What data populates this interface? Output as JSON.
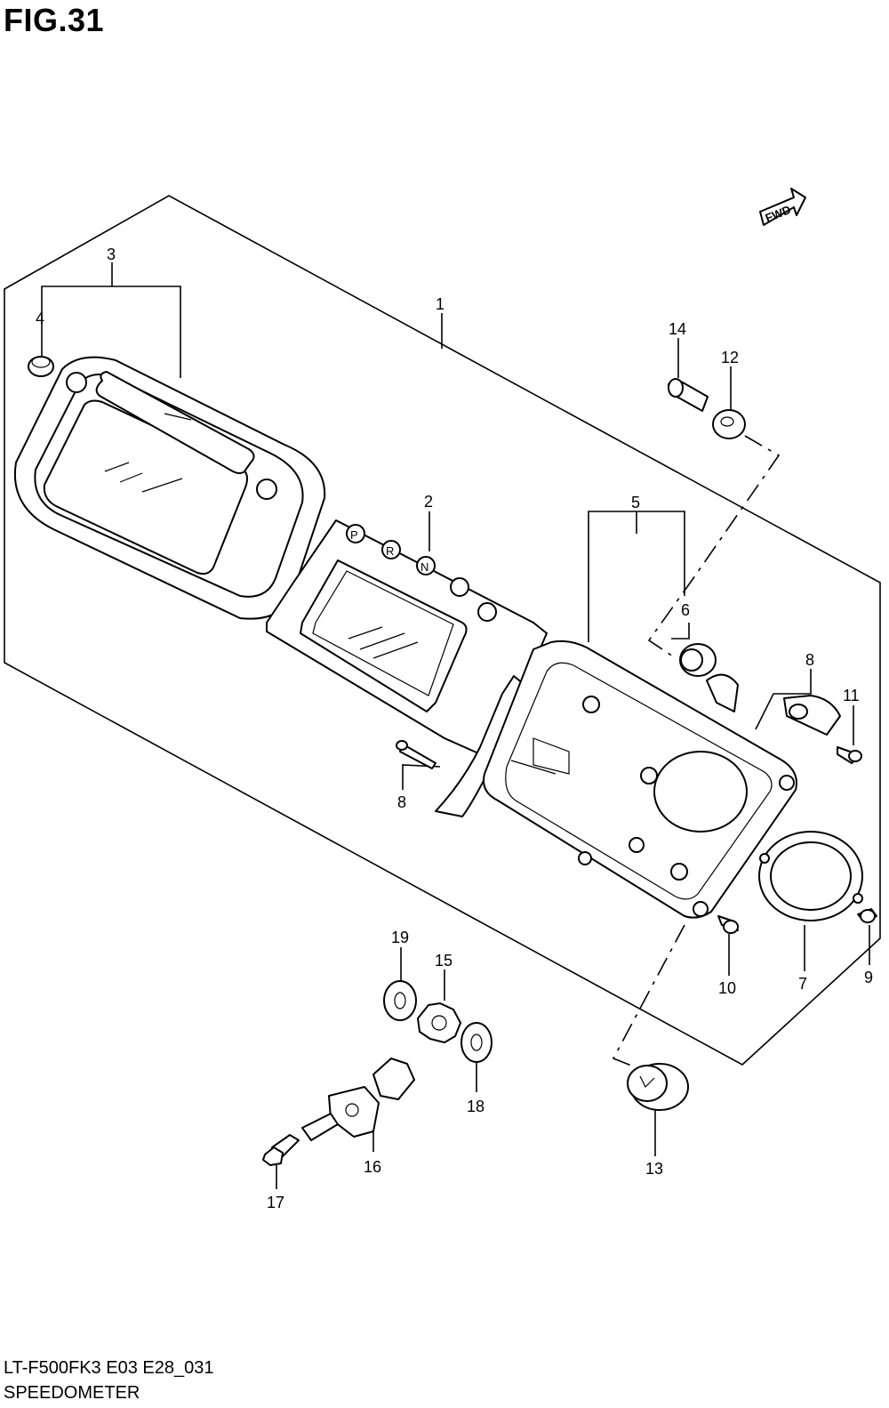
{
  "figure": {
    "title": "FIG.31"
  },
  "direction_badge": {
    "label": "FWD"
  },
  "footer": {
    "model_code": "LT-F500FK3 E03 E28_031",
    "section_name": "SPEEDOMETER"
  },
  "indicator_letters": [
    "P",
    "R",
    "N"
  ],
  "callouts": [
    "1",
    "2",
    "3",
    "4",
    "5",
    "6",
    "7",
    "8",
    "8",
    "9",
    "10",
    "11",
    "12",
    "13",
    "14",
    "15",
    "16",
    "17",
    "18",
    "19"
  ]
}
